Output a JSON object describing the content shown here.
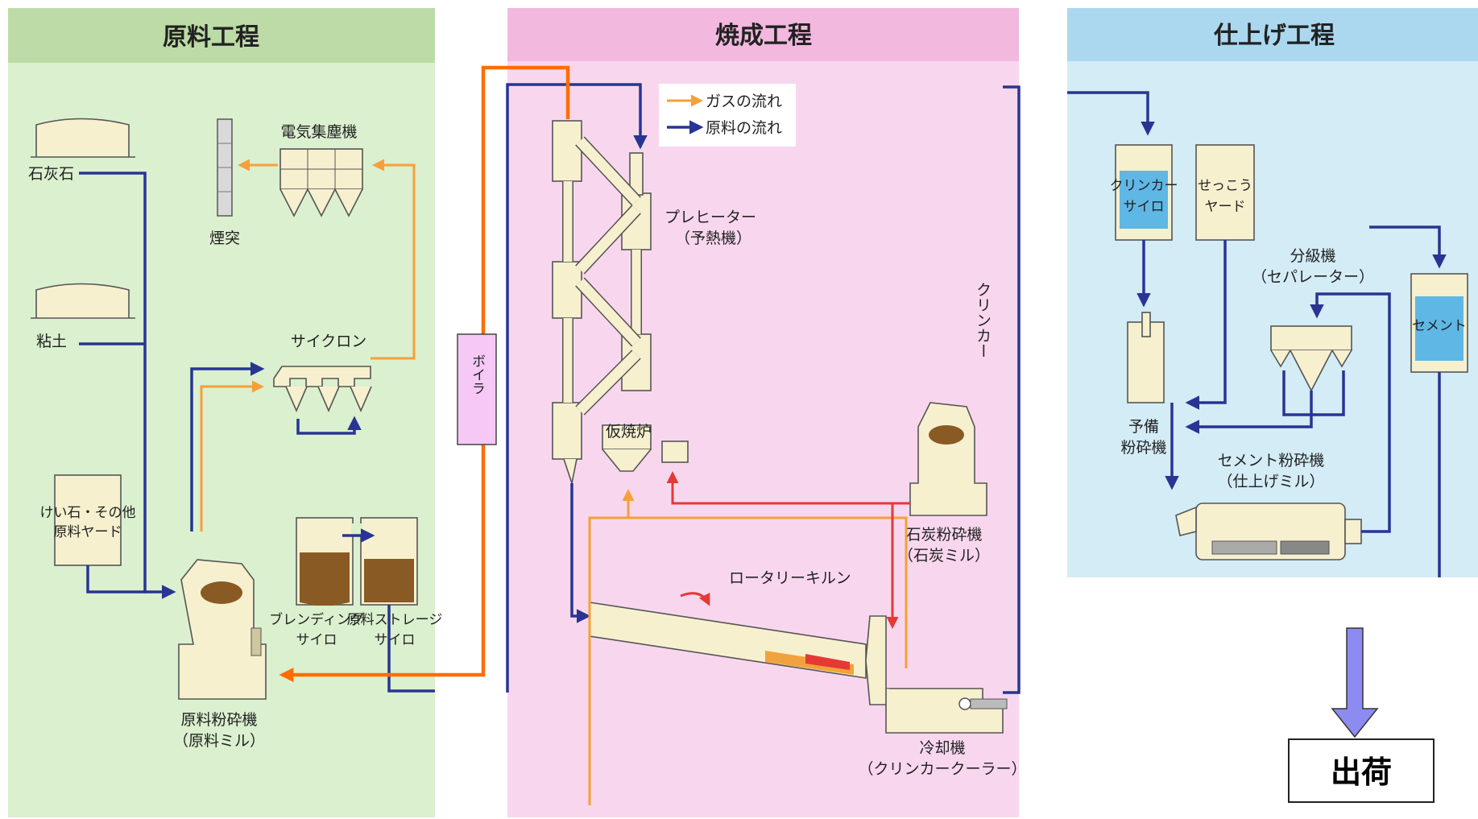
{
  "panels": {
    "raw": {
      "title": "原料工程",
      "bg": "#dbf0cf",
      "header_bg": "#bcdba6"
    },
    "burn": {
      "title": "焼成工程",
      "bg": "#f8d7ee",
      "header_bg": "#f2b8dd"
    },
    "finish": {
      "title": "仕上げ工程",
      "bg": "#d3ecf6",
      "header_bg": "#abd8ee"
    }
  },
  "legend": {
    "gas": "ガスの流れ",
    "material": "原料の流れ"
  },
  "colors": {
    "gas_flow": "#f5a03a",
    "material_flow": "#283593",
    "boiler_line": "#ff6d00",
    "coal_line": "#e53935",
    "ship_arrow": "#8c8cf0",
    "boiler_box": "#f5c8f5"
  },
  "labels": {
    "limestone": "石灰石",
    "clay": "粘土",
    "silica_line1": "けい石・その他",
    "silica_line2": "原料ヤード",
    "chimney": "煙突",
    "precipitator": "電気集塵機",
    "cyclone": "サイクロン",
    "blending_1": "ブレンディング",
    "blending_2": "サイロ",
    "storage_1": "原料ストレージ",
    "storage_2": "サイロ",
    "raw_mill_1": "原料粉砕機",
    "raw_mill_2": "（原料ミル）",
    "boiler": "ボイラ",
    "preheater_1": "プレヒーター",
    "preheater_2": "（予熱機）",
    "calciner": "仮焼炉",
    "kiln": "ロータリーキルン",
    "coal_mill_1": "石炭粉砕機",
    "coal_mill_2": "（石炭ミル）",
    "cooler_1": "冷却機",
    "cooler_2": "（クリンカークーラー）",
    "clinker": "クリンカー",
    "clinker_silo_1": "クリンカー",
    "clinker_silo_2": "サイロ",
    "gypsum_1": "せっこう",
    "gypsum_2": "ヤード",
    "separator_1": "分級機",
    "separator_2": "（セパレーター）",
    "cement": "セメント",
    "pre_grinder_1": "予備",
    "pre_grinder_2": "粉砕機",
    "finish_mill_1": "セメント粉砕機",
    "finish_mill_2": "（仕上げミル）",
    "shipping": "出荷"
  }
}
